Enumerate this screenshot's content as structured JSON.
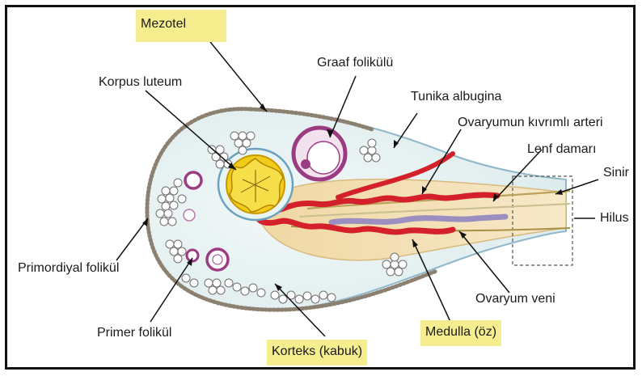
{
  "labels": {
    "mezotel": "Mezotel",
    "korpus_luteum": "Korpus luteum",
    "graaf_folikulu": "Graaf folikülü",
    "tunika_albugina": "Tunika albugina",
    "ovaryum_arter": "Ovaryumun kıvrımlı arteri",
    "lenf_damari": "Lenf damarı",
    "sinir": "Sinir",
    "hilus": "Hilus",
    "primordiyal_folikul": "Primordiyal folikül",
    "primer_folikul": "Primer folikül",
    "ovaryum_veni": "Ovaryum veni",
    "medulla": "Medulla (öz)",
    "korteks": "Korteks (kabuk)"
  },
  "colors": {
    "highlight": "#f6ee8e",
    "artery": "#d4202a",
    "vein": "#9a8fc0",
    "medulla_fill": "#f3dfb4",
    "cortex_fill": "#e6f2f2",
    "corpus_luteum": "#f2cc1a",
    "follicle_ring": "#9b3c83"
  }
}
